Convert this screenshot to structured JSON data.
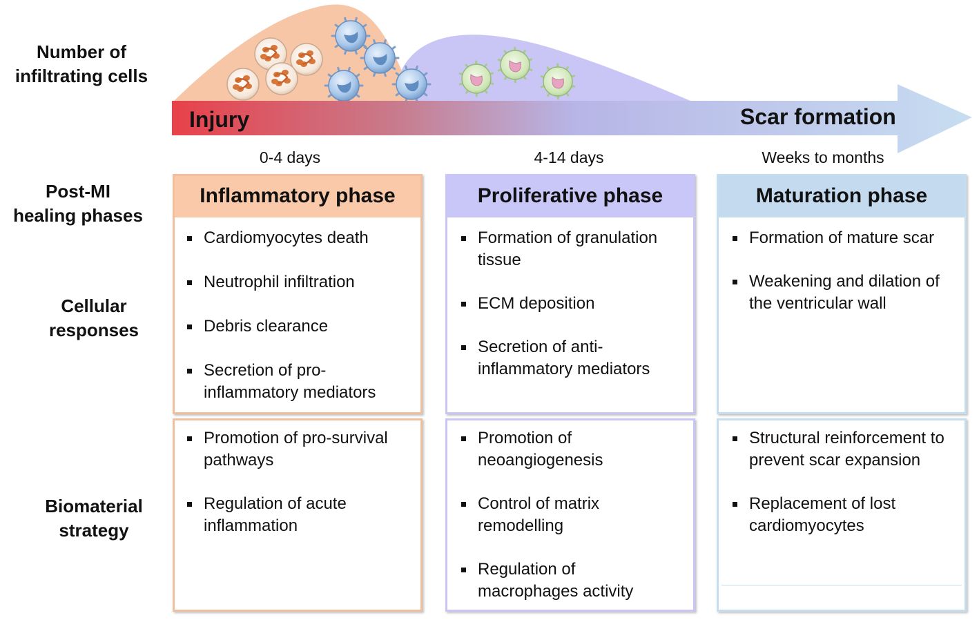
{
  "row_labels": {
    "infiltrating": [
      "Number of",
      "infiltrating  cells"
    ],
    "phases": [
      "Post-MI",
      "healing phases"
    ],
    "cellular": [
      "Cellular",
      "responses"
    ],
    "biomaterial": [
      "Biomaterial",
      "strategy"
    ]
  },
  "timeline": {
    "start_label": "Injury",
    "end_label": "Scar formation",
    "colors": {
      "start": "#e8414a",
      "middle": "#b7b5e6",
      "end": "#c7ddf1"
    }
  },
  "day_ranges": [
    "0-4 days",
    "4-14 days",
    "Weeks to months"
  ],
  "phases": [
    {
      "title": "Inflammatory phase",
      "header_color": "#f9c9a9",
      "border_color": "#f0bf9e",
      "cellular_responses": [
        "Cardiomyocytes death",
        "Neutrophil infiltration",
        "Debris clearance",
        "Secretion of pro-inflammatory mediators"
      ],
      "biomaterial_strategy": [
        "Promotion of pro-survival pathways",
        "Regulation of acute inflammation"
      ]
    },
    {
      "title": "Proliferative phase",
      "header_color": "#c9c6f8",
      "border_color": "#c9c5f5",
      "cellular_responses": [
        "Formation of granulation tissue",
        "ECM deposition",
        "Secretion of anti-inflammatory mediators"
      ],
      "biomaterial_strategy": [
        "Promotion of neoangiogenesis",
        "Control of matrix remodelling",
        "Regulation of macrophages activity"
      ]
    },
    {
      "title": "Maturation phase",
      "header_color": "#c4dbef",
      "border_color": "#c6dcef",
      "cellular_responses": [
        "Formation of mature scar",
        "Weakening and dilation of the ventricular wall"
      ],
      "biomaterial_strategy": [
        "Structural reinforcement to prevent scar expansion",
        "Replacement of lost cardiomyocytes"
      ]
    }
  ]
}
